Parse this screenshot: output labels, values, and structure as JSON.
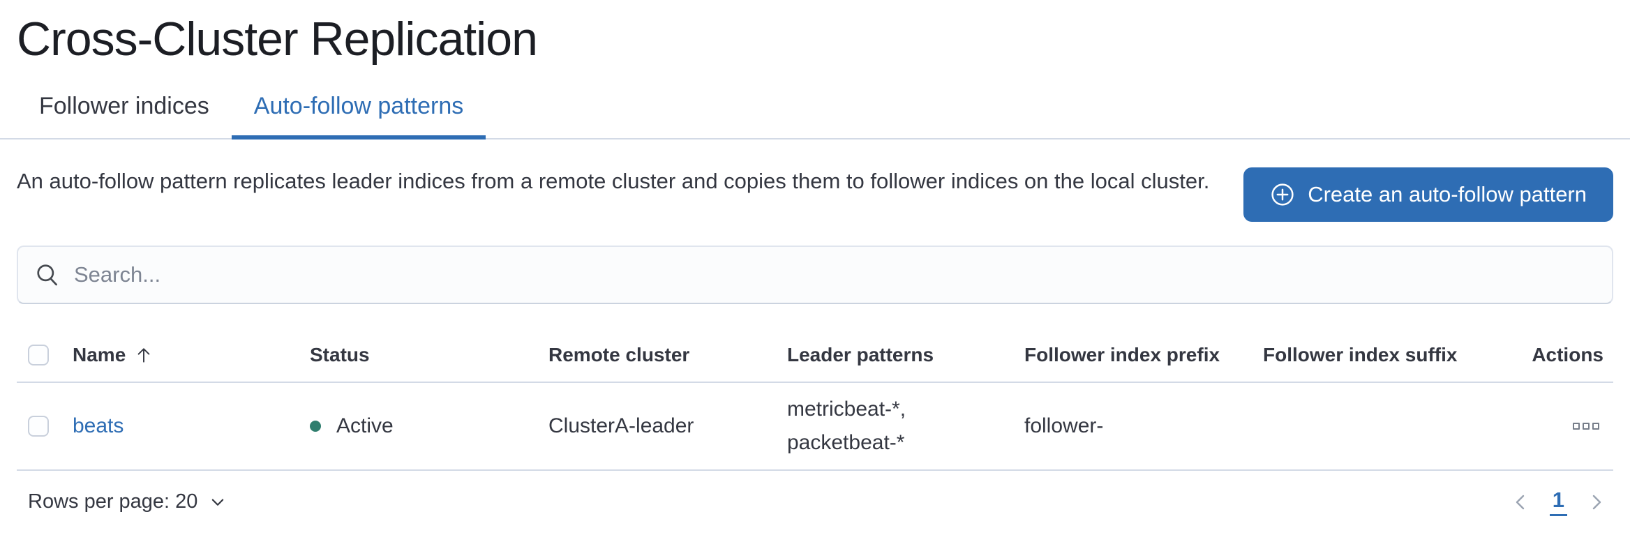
{
  "page": {
    "title": "Cross-Cluster Replication"
  },
  "tabs": [
    {
      "label": "Follower indices",
      "active": false
    },
    {
      "label": "Auto-follow patterns",
      "active": true
    }
  ],
  "intro": {
    "description": "An auto-follow pattern replicates leader indices from a remote cluster and copies them to follower indices on the local cluster.",
    "create_button_label": "Create an auto-follow pattern"
  },
  "search": {
    "placeholder": "Search...",
    "value": ""
  },
  "table": {
    "columns": [
      "Name",
      "Status",
      "Remote cluster",
      "Leader patterns",
      "Follower index prefix",
      "Follower index suffix",
      "Actions"
    ],
    "sort": {
      "column": "Name",
      "direction": "ascending"
    },
    "select_all_checked": false,
    "rows": [
      {
        "selected": false,
        "name": "beats",
        "status": "Active",
        "remote_cluster": "ClusterA-leader",
        "leader_patterns": "metricbeat-*, packetbeat-*",
        "follower_index_prefix": "follower-",
        "follower_index_suffix": ""
      }
    ]
  },
  "pagination": {
    "rows_per_page_label": "Rows per page: 20",
    "current_page": "1"
  },
  "icons": {
    "create_button": "plus-in-circle",
    "search": "magnifier",
    "sort_name": "arrow-up",
    "rows_per_page": "chevron-down",
    "prev_page": "chevron-left",
    "next_page": "chevron-right",
    "row_actions": "boxes-horizontal",
    "status": "health-dot"
  },
  "colors": {
    "primary": "#2E6DB4",
    "success_dot": "#2F7E6E",
    "border": "#D3DAE6",
    "text": "#343741",
    "title_text": "#1C1E24",
    "placeholder": "#7D8492",
    "button_text": "#FFFFFF"
  }
}
